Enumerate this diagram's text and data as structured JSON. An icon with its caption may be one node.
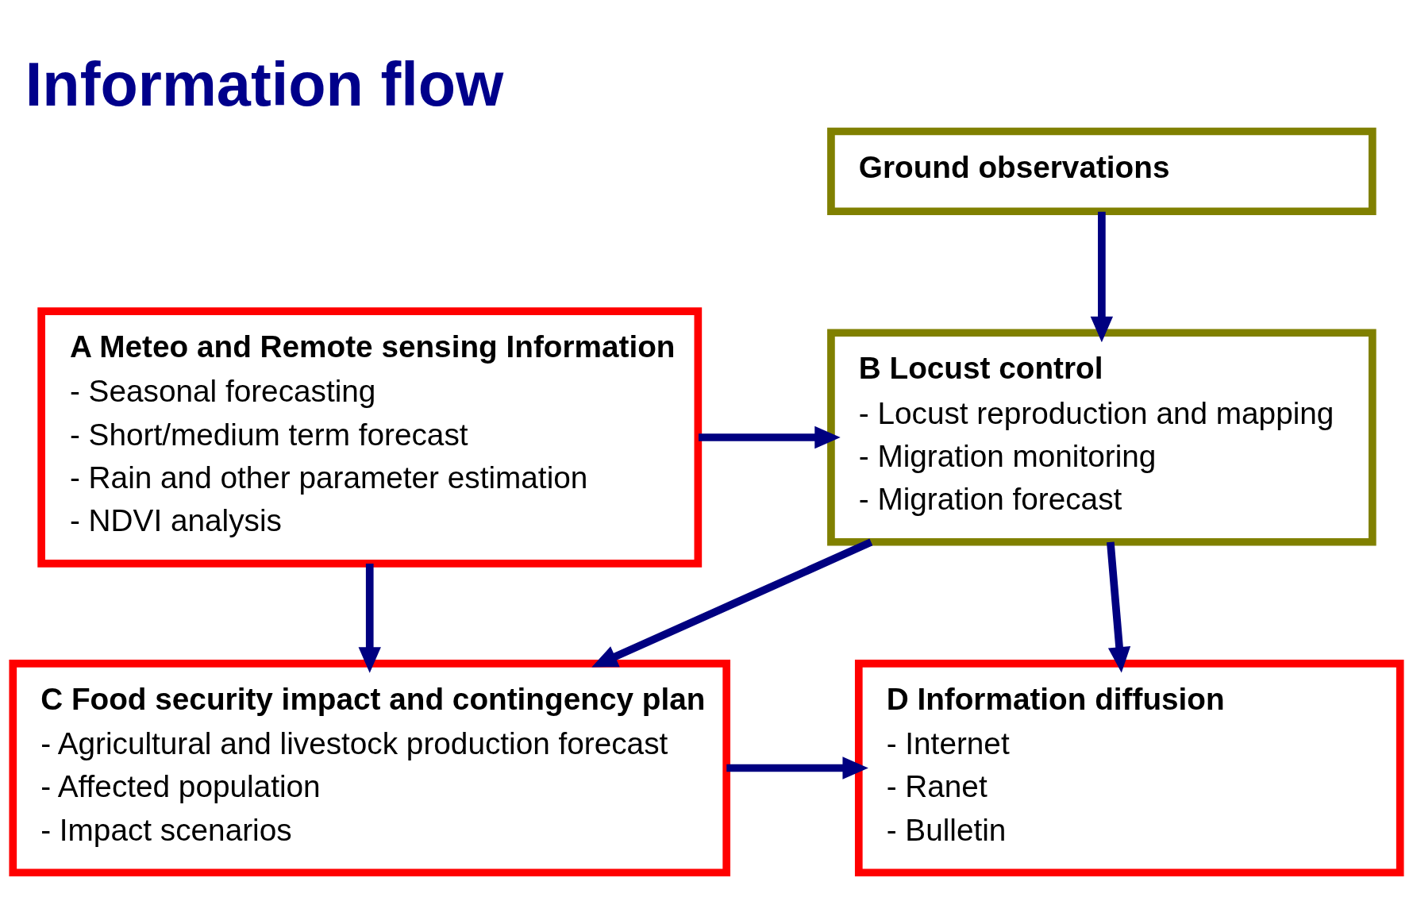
{
  "diagram": {
    "title": "Information flow",
    "nodes": [
      {
        "text": [
          "Ground observations"
        ]
      },
      {
        "text": [
          "A Meteo and Remote sensing Information",
          "- Seasonal forecasting",
          "- Short/medium term forecast",
          "- Rain and other parameter estimation",
          "- NDVI analysis"
        ]
      },
      {
        "text": [
          "B Locust control",
          "- Locust reproduction and mapping",
          "- Migration monitoring",
          "- Migration forecast"
        ]
      },
      {
        "text": [
          "C Food security impact and contingency plan",
          "- Agricultural and livestock production forecast",
          "- Affected population",
          "- Impact scenarios"
        ]
      },
      {
        "text": [
          "D Information diffusion",
          "- Internet",
          "- Ranet",
          "- Bulletin"
        ]
      }
    ],
    "edges": [
      {
        "from": 0,
        "to": 2,
        "arrow": "to"
      },
      {
        "from": 1,
        "to": 2,
        "arrow": "to"
      },
      {
        "from": 1,
        "to": 3,
        "arrow": "to"
      },
      {
        "from": 2,
        "to": 3,
        "arrow": "to"
      },
      {
        "from": 2,
        "to": 4,
        "arrow": "to"
      },
      {
        "from": 3,
        "to": 4,
        "arrow": "to"
      }
    ]
  }
}
